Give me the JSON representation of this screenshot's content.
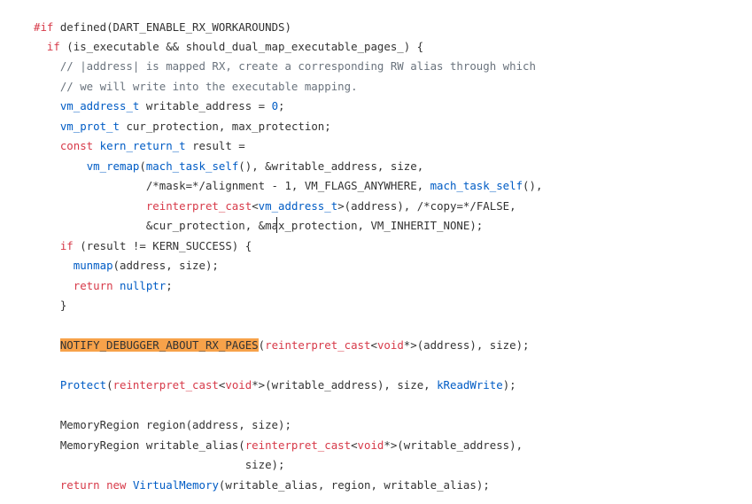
{
  "code": {
    "lines": [
      [
        {
          "t": "#if",
          "c": "tok-ctl"
        },
        {
          "t": " defined(DART_ENABLE_RX_WORKAROUNDS)",
          "c": ""
        }
      ],
      [
        {
          "t": "  ",
          "c": ""
        },
        {
          "t": "if",
          "c": "tok-ctl"
        },
        {
          "t": " (is_executable && should_dual_map_executable_pages_) {",
          "c": ""
        }
      ],
      [
        {
          "t": "    // |address| is mapped RX, create a corresponding RW alias through which",
          "c": "tok-cm"
        }
      ],
      [
        {
          "t": "    // we will write into the executable mapping.",
          "c": "tok-cm"
        }
      ],
      [
        {
          "t": "    ",
          "c": ""
        },
        {
          "t": "vm_address_t",
          "c": "tok-type"
        },
        {
          "t": " writable_address = ",
          "c": ""
        },
        {
          "t": "0",
          "c": "tok-num"
        },
        {
          "t": ";",
          "c": ""
        }
      ],
      [
        {
          "t": "    ",
          "c": ""
        },
        {
          "t": "vm_prot_t",
          "c": "tok-type"
        },
        {
          "t": " cur_protection, max_protection;",
          "c": ""
        }
      ],
      [
        {
          "t": "    ",
          "c": ""
        },
        {
          "t": "const",
          "c": "tok-ctl"
        },
        {
          "t": " ",
          "c": ""
        },
        {
          "t": "kern_return_t",
          "c": "tok-type"
        },
        {
          "t": " result =",
          "c": ""
        }
      ],
      [
        {
          "t": "        ",
          "c": ""
        },
        {
          "t": "vm_remap",
          "c": "tok-fn"
        },
        {
          "t": "(",
          "c": ""
        },
        {
          "t": "mach_task_self",
          "c": "tok-fn"
        },
        {
          "t": "(), &writable_address, size,",
          "c": ""
        }
      ],
      [
        {
          "t": "                 /*mask=*/alignment - 1, VM_FLAGS_ANYWHERE, ",
          "c": ""
        },
        {
          "t": "mach_task_self",
          "c": "tok-fn"
        },
        {
          "t": "(),",
          "c": ""
        }
      ],
      [
        {
          "t": "                 ",
          "c": ""
        },
        {
          "t": "reinterpret_cast",
          "c": "tok-cast"
        },
        {
          "t": "<",
          "c": ""
        },
        {
          "t": "vm_address_t",
          "c": "tok-type"
        },
        {
          "t": ">(address), /*copy=*/FALSE,",
          "c": ""
        }
      ],
      [
        {
          "t": "                 &cur_protection, &max_protection, VM_INHERIT_NONE);",
          "c": ""
        }
      ],
      [
        {
          "t": "    ",
          "c": ""
        },
        {
          "t": "if",
          "c": "tok-ctl"
        },
        {
          "t": " (result != KERN_SUCCESS) {",
          "c": ""
        }
      ],
      [
        {
          "t": "      ",
          "c": ""
        },
        {
          "t": "munmap",
          "c": "tok-fn"
        },
        {
          "t": "(address, size);",
          "c": ""
        }
      ],
      [
        {
          "t": "      ",
          "c": ""
        },
        {
          "t": "return",
          "c": "tok-ctl"
        },
        {
          "t": " ",
          "c": ""
        },
        {
          "t": "nullptr",
          "c": "tok-type"
        },
        {
          "t": ";",
          "c": ""
        }
      ],
      [
        {
          "t": "    }",
          "c": ""
        }
      ],
      [
        {
          "t": "",
          "c": ""
        }
      ],
      [
        {
          "t": "    ",
          "c": ""
        },
        {
          "t": "NOTIFY_DEBUGGER_ABOUT_RX_PAGES",
          "c": "tok-hl"
        },
        {
          "t": "(",
          "c": ""
        },
        {
          "t": "reinterpret_cast",
          "c": "tok-cast"
        },
        {
          "t": "<",
          "c": ""
        },
        {
          "t": "void",
          "c": "tok-ctl"
        },
        {
          "t": "*>(address), size);",
          "c": ""
        }
      ],
      [
        {
          "t": "",
          "c": ""
        }
      ],
      [
        {
          "t": "    ",
          "c": ""
        },
        {
          "t": "Protect",
          "c": "tok-fn"
        },
        {
          "t": "(",
          "c": ""
        },
        {
          "t": "reinterpret_cast",
          "c": "tok-cast"
        },
        {
          "t": "<",
          "c": ""
        },
        {
          "t": "void",
          "c": "tok-ctl"
        },
        {
          "t": "*>(writable_address), size, ",
          "c": ""
        },
        {
          "t": "kReadWrite",
          "c": "tok-fn"
        },
        {
          "t": ");",
          "c": ""
        }
      ],
      [
        {
          "t": "",
          "c": ""
        }
      ],
      [
        {
          "t": "    MemoryRegion region(address, size);",
          "c": ""
        }
      ],
      [
        {
          "t": "    MemoryRegion writable_alias(",
          "c": ""
        },
        {
          "t": "reinterpret_cast",
          "c": "tok-cast"
        },
        {
          "t": "<",
          "c": ""
        },
        {
          "t": "void",
          "c": "tok-ctl"
        },
        {
          "t": "*>(writable_address),",
          "c": ""
        }
      ],
      [
        {
          "t": "                                size);",
          "c": ""
        }
      ],
      [
        {
          "t": "    ",
          "c": ""
        },
        {
          "t": "return",
          "c": "tok-ctl"
        },
        {
          "t": " ",
          "c": ""
        },
        {
          "t": "new",
          "c": "tok-ctl"
        },
        {
          "t": " ",
          "c": ""
        },
        {
          "t": "VirtualMemory",
          "c": "tok-fn"
        },
        {
          "t": "(writable_alias, region, writable_alias);",
          "c": ""
        }
      ]
    ]
  }
}
